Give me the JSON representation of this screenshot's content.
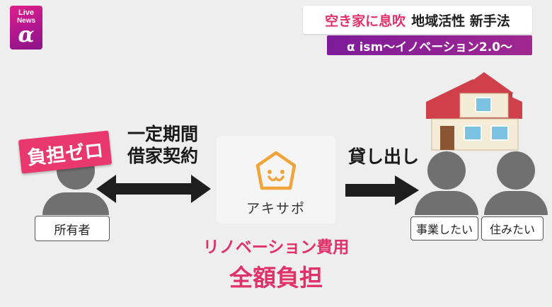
{
  "logo": {
    "line1": "Live",
    "line2": "News",
    "alpha": "α"
  },
  "header": {
    "topic_pink": "空き家に息吹",
    "topic_dark": "地域活性 新手法",
    "series": "α ism〜イノベーション2.0〜"
  },
  "owner": {
    "badge": "負担ゼロ",
    "label": "所有者"
  },
  "contract": {
    "line1": "一定期間",
    "line2": "借家契約"
  },
  "akisapo": {
    "name": "アキサポ"
  },
  "lend": {
    "label": "貸し出し"
  },
  "users": [
    {
      "label": "事業したい"
    },
    {
      "label": "住みたい"
    }
  ],
  "renovation": {
    "line1": "リノベーション費用",
    "line2": "全額負担"
  },
  "colors": {
    "accent": "#e03269",
    "series_bg": "#8a1f96",
    "logo_bg": "#c21690",
    "silhouette": "#707070",
    "akisapo_orange": "#f0a43a"
  }
}
